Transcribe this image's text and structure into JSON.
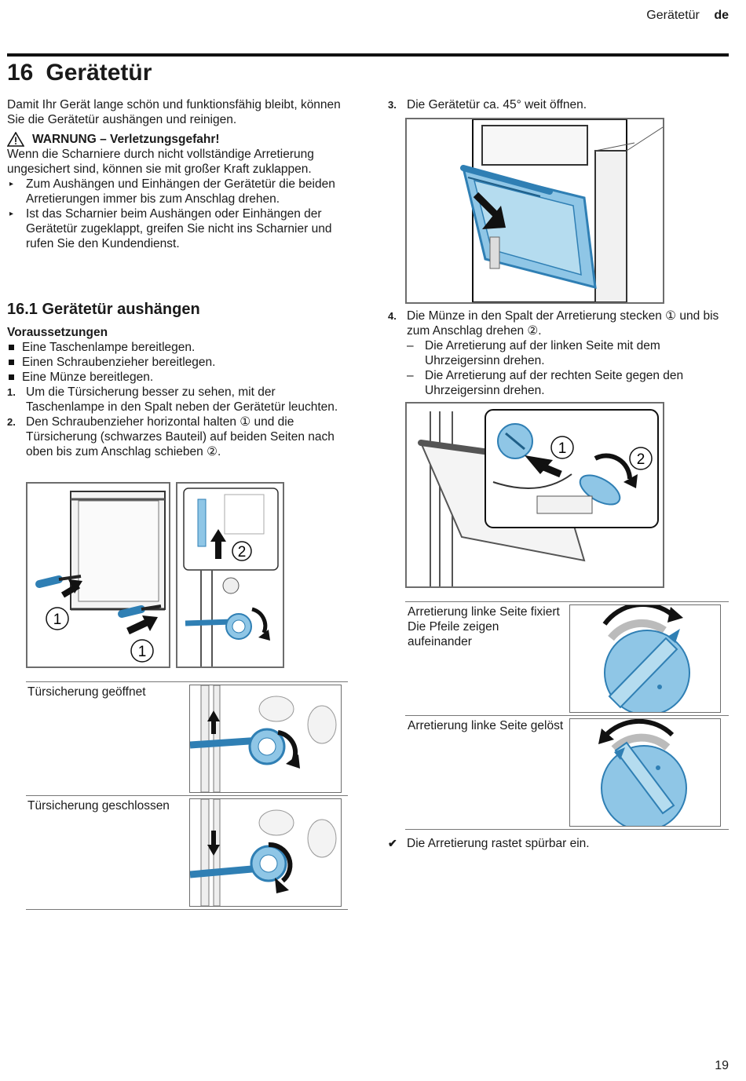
{
  "header": {
    "section": "Gerätetür",
    "lang": "de"
  },
  "chapter": {
    "number": "16",
    "title": "Gerätetür"
  },
  "intro": "Damit Ihr Gerät lange schön und funktionsfähig bleibt, können Sie die Gerätetür aushängen und reinigen.",
  "warning": {
    "title": "WARNUNG – Verletzungsgefahr!",
    "text": "Wenn die Scharniere durch nicht vollständige Arretierung ungesichert sind, können sie mit großer Kraft zuklappen.",
    "items": [
      "Zum Aushängen und Einhängen der Gerätetür die beiden Arretierungen immer bis zum Anschlag drehen.",
      "Ist das Scharnier beim Aushängen oder Einhängen der Gerätetür zugeklappt, greifen Sie nicht ins Scharnier und rufen Sie den Kundendienst."
    ]
  },
  "section": {
    "number": "16.1",
    "title": "Gerätetür aushängen",
    "prereq_title": "Voraussetzungen",
    "prereqs": [
      "Eine Taschenlampe bereitlegen.",
      "Einen Schraubenzieher bereitlegen.",
      "Eine Münze bereitlegen."
    ],
    "steps": [
      {
        "n": "1.",
        "text": "Um die Türsicherung besser zu sehen, mit der Taschenlampe in den Spalt neben der Gerätetür leuchten."
      },
      {
        "n": "2.",
        "text": "Den Schraubenzieher horizontal halten ① und die Türsicherung (schwarzes Bauteil) auf beiden Seiten nach oben bis zum Anschlag schieben ②."
      },
      {
        "n": "3.",
        "text": "Die Gerätetür ca. 45° weit öffnen."
      },
      {
        "n": "4.",
        "text": "Die Münze in den Spalt der Arretierung stecken ① und bis zum Anschlag drehen ②."
      }
    ],
    "sub_steps": [
      "Die Arretierung auf der linken Seite mit dem Uhrzeigersinn drehen.",
      "Die Arretierung auf der rechten Seite gegen den Uhrzeigersinn drehen."
    ],
    "result": "Die Arretierung rastet spürbar ein."
  },
  "left_table": [
    {
      "label": "Türsicherung geöffnet"
    },
    {
      "label": "Türsicherung geschlossen"
    }
  ],
  "right_table": [
    {
      "label": "Arretierung linke Seite fixiert\nDie Pfeile zeigen aufeinander"
    },
    {
      "label": "Arretierung linke Seite gelöst"
    }
  ],
  "callouts": {
    "one": "1",
    "two": "2"
  },
  "colors": {
    "accent_blue": "#8fc6e6",
    "dark_blue": "#2f7fb4"
  },
  "page_number": "19"
}
